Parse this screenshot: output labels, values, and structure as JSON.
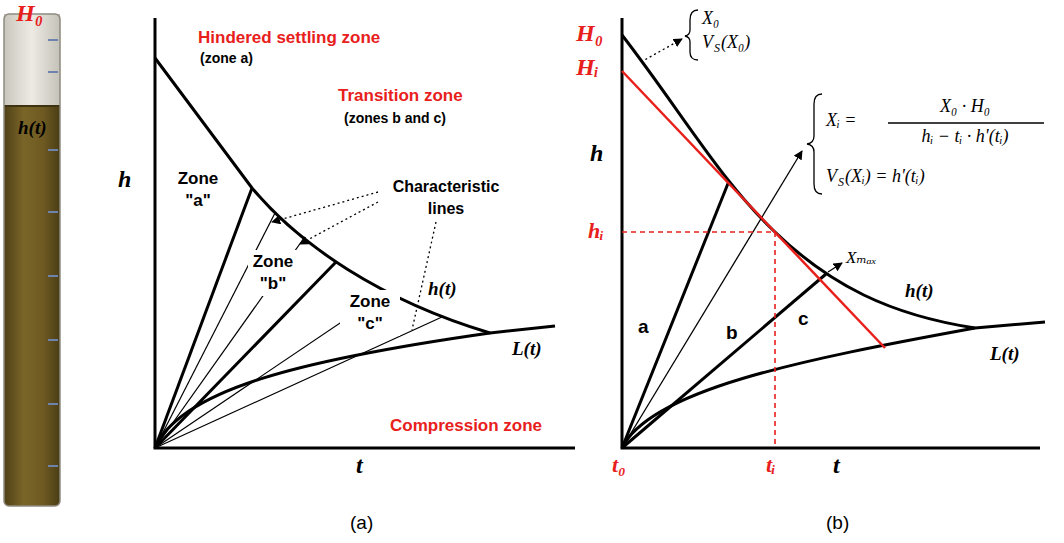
{
  "diagram": {
    "labels": [
      "H₀",
      "h(t)",
      "Hindered settling zone",
      "(zone a)",
      "h",
      "Zone \"a\"",
      "Transition zone",
      "(zones b and c)",
      "Characteristic lines",
      "Zone \"b\"",
      "Zone \"c\"",
      "h(t)",
      "L(t)",
      "Compression zone",
      "t",
      "(a)",
      "H₀",
      "Hᵢ",
      "h",
      "hᵢ",
      "a",
      "b",
      "c",
      "h(t)",
      "L(t)",
      "t₀",
      "tᵢ",
      "t",
      "(b)",
      "X₀",
      "V",
      "S",
      "(X₀)",
      "Xᵢ =",
      "X₀ · H₀",
      "hᵢ − tᵢ · h'(tᵢ)",
      "V",
      "S",
      "(Xᵢ) = h'(tᵢ)",
      "Xₘₐₓ"
    ]
  }
}
